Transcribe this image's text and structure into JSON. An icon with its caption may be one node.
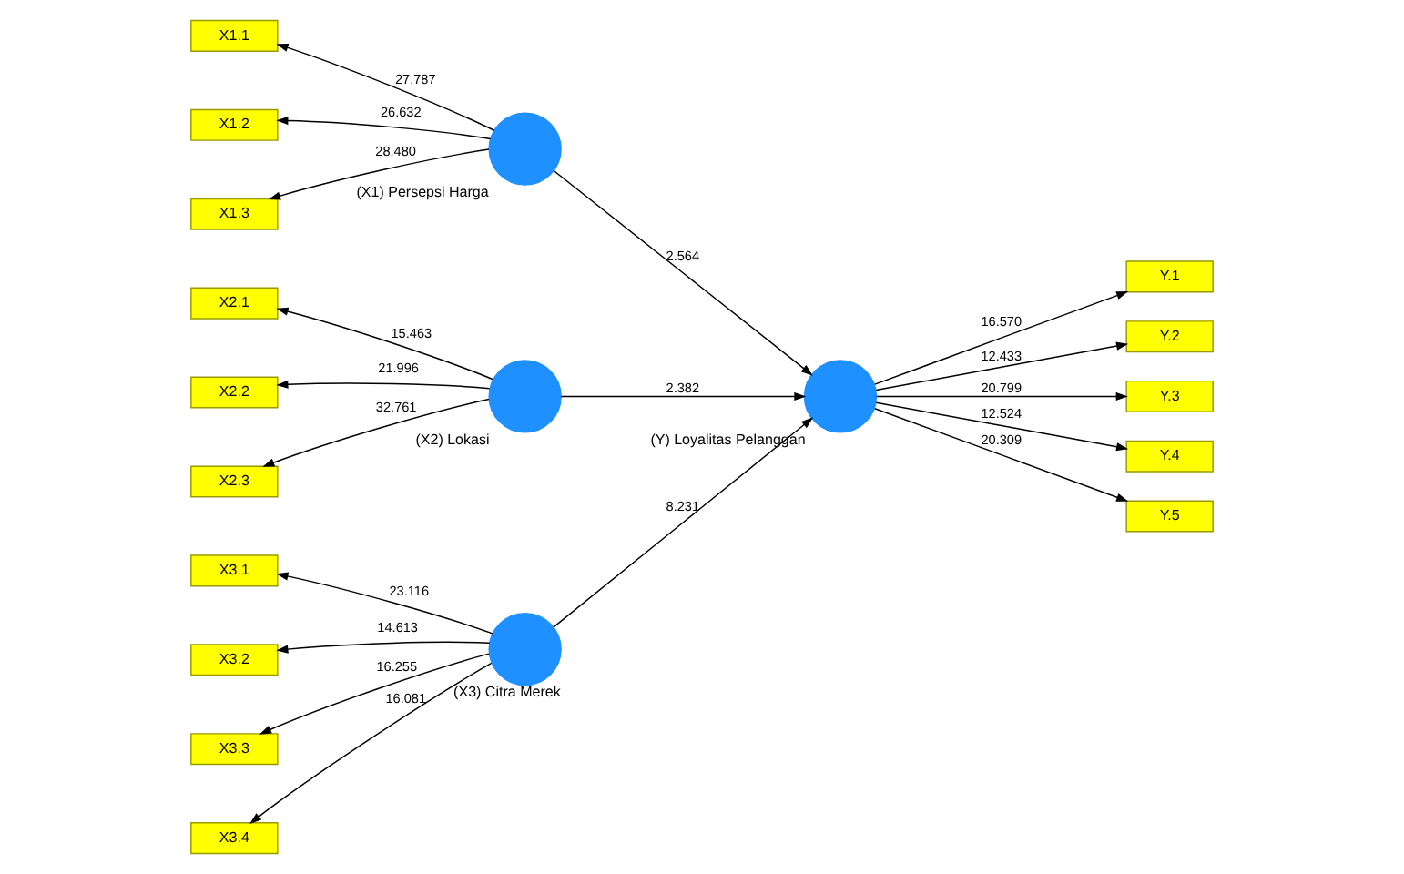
{
  "diagram": {
    "nodes": [
      {
        "text": [
          "X1.1"
        ]
      },
      {
        "text": [
          "X1.2"
        ]
      },
      {
        "text": [
          "X1.3"
        ]
      },
      {
        "text": [
          "(X1) Persepsi Harga"
        ]
      },
      {
        "text": [
          "X2.1"
        ]
      },
      {
        "text": [
          "X2.2"
        ]
      },
      {
        "text": [
          "X2.3"
        ]
      },
      {
        "text": [
          "(X2) Lokasi"
        ]
      },
      {
        "text": [
          "X3.1"
        ]
      },
      {
        "text": [
          "X3.2"
        ]
      },
      {
        "text": [
          "X3.3"
        ]
      },
      {
        "text": [
          "X3.4"
        ]
      },
      {
        "text": [
          "(X3) Citra Merek"
        ]
      },
      {
        "text": [
          "(Y) Loyalitas Pelanggan"
        ]
      },
      {
        "text": [
          "Y.1"
        ]
      },
      {
        "text": [
          "Y.2"
        ]
      },
      {
        "text": [
          "Y.3"
        ]
      },
      {
        "text": [
          "Y.4"
        ]
      },
      {
        "text": [
          "Y.5"
        ]
      }
    ],
    "edges": [
      {
        "from": 3,
        "to": 0,
        "arrow": "to",
        "label": "27.787"
      },
      {
        "from": 3,
        "to": 1,
        "arrow": "to",
        "label": "26.632"
      },
      {
        "from": 3,
        "to": 2,
        "arrow": "to",
        "label": "28.480"
      },
      {
        "from": 7,
        "to": 4,
        "arrow": "to",
        "label": "15.463"
      },
      {
        "from": 7,
        "to": 5,
        "arrow": "to",
        "label": "21.996"
      },
      {
        "from": 7,
        "to": 6,
        "arrow": "to",
        "label": "32.761"
      },
      {
        "from": 12,
        "to": 8,
        "arrow": "to",
        "label": "23.116"
      },
      {
        "from": 12,
        "to": 9,
        "arrow": "to",
        "label": "14.613"
      },
      {
        "from": 12,
        "to": 10,
        "arrow": "to",
        "label": "16.255"
      },
      {
        "from": 12,
        "to": 11,
        "arrow": "to",
        "label": "16.081"
      },
      {
        "from": 3,
        "to": 13,
        "arrow": "to",
        "label": "2.564"
      },
      {
        "from": 7,
        "to": 13,
        "arrow": "to",
        "label": "2.382"
      },
      {
        "from": 12,
        "to": 13,
        "arrow": "to",
        "label": "8.231"
      },
      {
        "from": 13,
        "to": 14,
        "arrow": "to",
        "label": "16.570"
      },
      {
        "from": 13,
        "to": 15,
        "arrow": "to",
        "label": "12.433"
      },
      {
        "from": 13,
        "to": 16,
        "arrow": "to",
        "label": "20.799"
      },
      {
        "from": 13,
        "to": 17,
        "arrow": "to",
        "label": "12.524"
      },
      {
        "from": 13,
        "to": 18,
        "arrow": "to",
        "label": "20.309"
      }
    ]
  }
}
